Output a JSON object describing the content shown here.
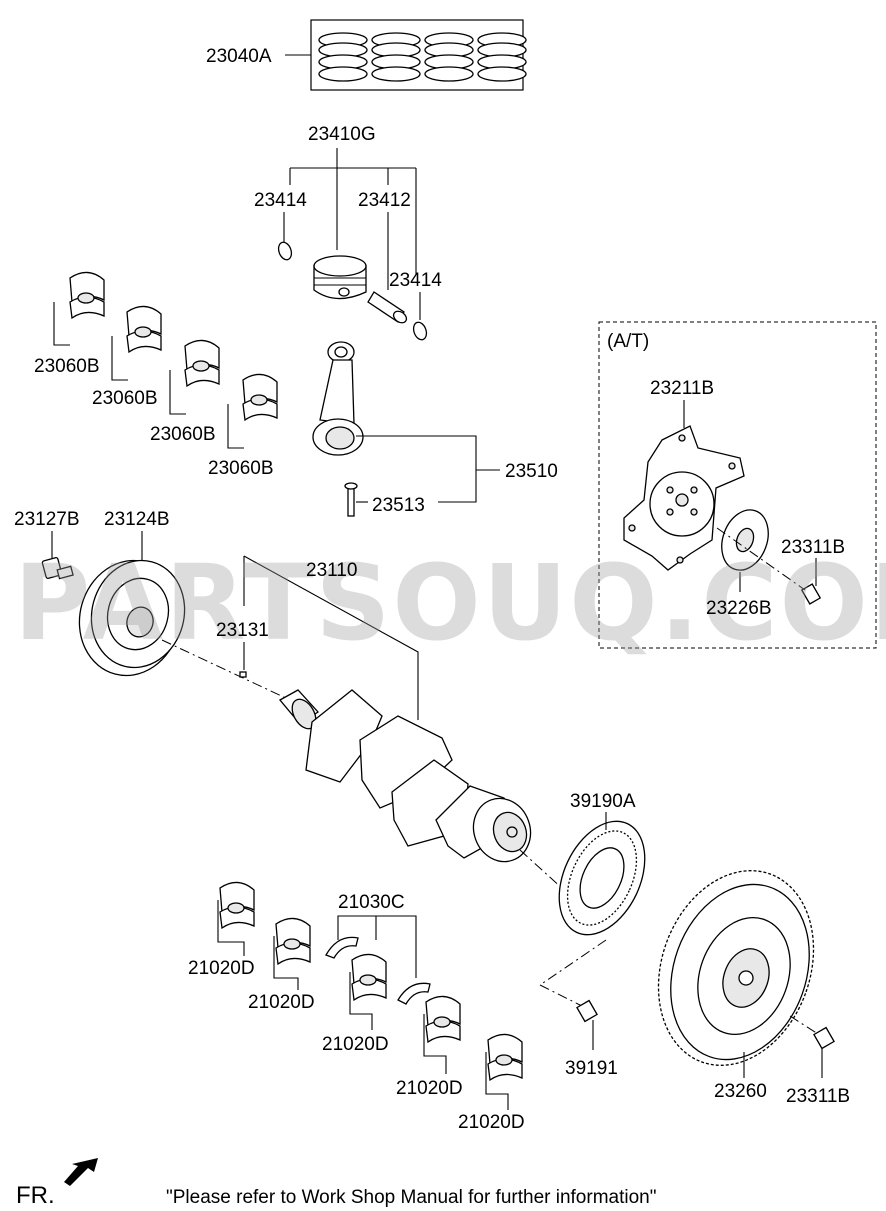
{
  "watermark": "PARTSOUQ.COM",
  "section_label": "(A/T)",
  "footer_note": "\"Please refer to Work Shop Manual for further information\"",
  "fr_label": "FR.",
  "labels": {
    "p23040A": "23040A",
    "p23410G": "23410G",
    "p23414a": "23414",
    "p23412": "23412",
    "p23414b": "23414",
    "p23060B_1": "23060B",
    "p23060B_2": "23060B",
    "p23060B_3": "23060B",
    "p23060B_4": "23060B",
    "p23510": "23510",
    "p23513": "23513",
    "p23211B": "23211B",
    "p23311B_at": "23311B",
    "p23226B": "23226B",
    "p23127B": "23127B",
    "p23124B": "23124B",
    "p23110": "23110",
    "p23131": "23131",
    "p39190A": "39190A",
    "p21030C": "21030C",
    "p21020D_1": "21020D",
    "p21020D_2": "21020D",
    "p21020D_3": "21020D",
    "p21020D_4": "21020D",
    "p21020D_5": "21020D",
    "p39191": "39191",
    "p23260": "23260",
    "p23311B": "23311B"
  }
}
